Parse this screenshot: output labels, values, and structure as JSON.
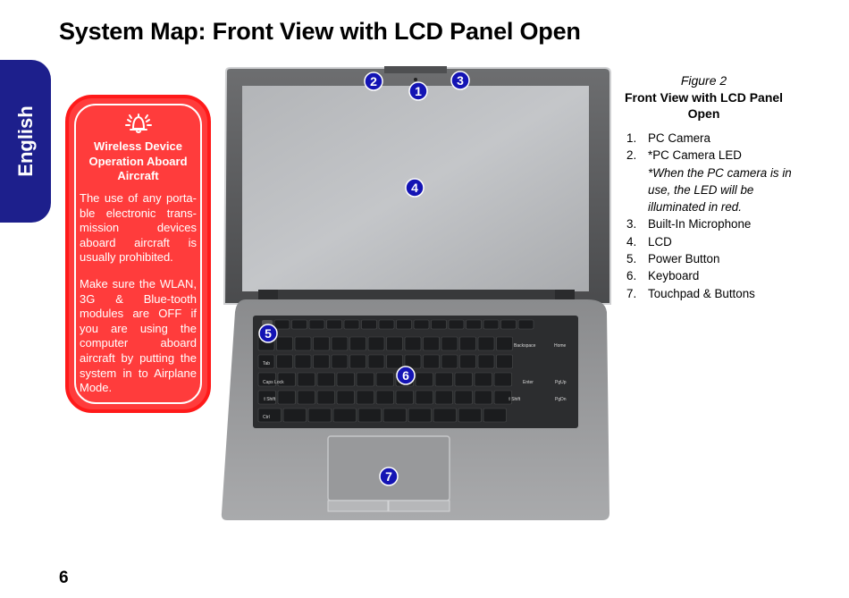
{
  "page": {
    "title": "System Map: Front View with LCD Panel Open",
    "side_tab": "English",
    "page_number": "6"
  },
  "warning": {
    "icon": "airplane-bell-icon",
    "title": "Wireless Device Operation Aboard Aircraft",
    "paragraph1": "The use of any porta-ble electronic trans-mission devices aboard aircraft is usually prohibited.",
    "paragraph2": "Make sure the WLAN, 3G & Blue-tooth modules are OFF if you are using the computer aboard aircraft by putting the system in to Airplane Mode.",
    "colors": {
      "fill": "#ff3c3c",
      "border": "#ff1a1a",
      "text": "#ffffff"
    }
  },
  "figure": {
    "caption_number": "Figure 2",
    "caption_title": "Front View with LCD Panel Open",
    "legend": [
      {
        "num": "1.",
        "label": "PC Camera"
      },
      {
        "num": "2.",
        "label": "*PC Camera LED",
        "note": "*When the PC camera is in use, the LED will be illuminated in red."
      },
      {
        "num": "3.",
        "label": "Built-In Microphone"
      },
      {
        "num": "4.",
        "label": "LCD"
      },
      {
        "num": "5.",
        "label": "Power Button"
      },
      {
        "num": "6.",
        "label": "Keyboard"
      },
      {
        "num": "7.",
        "label": "Touchpad & Buttons"
      }
    ],
    "markers": [
      "1",
      "2",
      "3",
      "4",
      "5",
      "6",
      "7"
    ],
    "marker_color": "#1414b4",
    "keyboard_labels": {
      "backspace": "Backspace",
      "tab": "Tab",
      "caps": "Caps Lock",
      "enter": "Enter",
      "shift_left": "⇧Shift",
      "shift_right": "⇧Shift",
      "ctrl": "Ctrl",
      "home": "Home",
      "pgup": "PgUp",
      "pgdn": "PgDn"
    }
  },
  "colors": {
    "tab_bg": "#1d1f8c"
  }
}
